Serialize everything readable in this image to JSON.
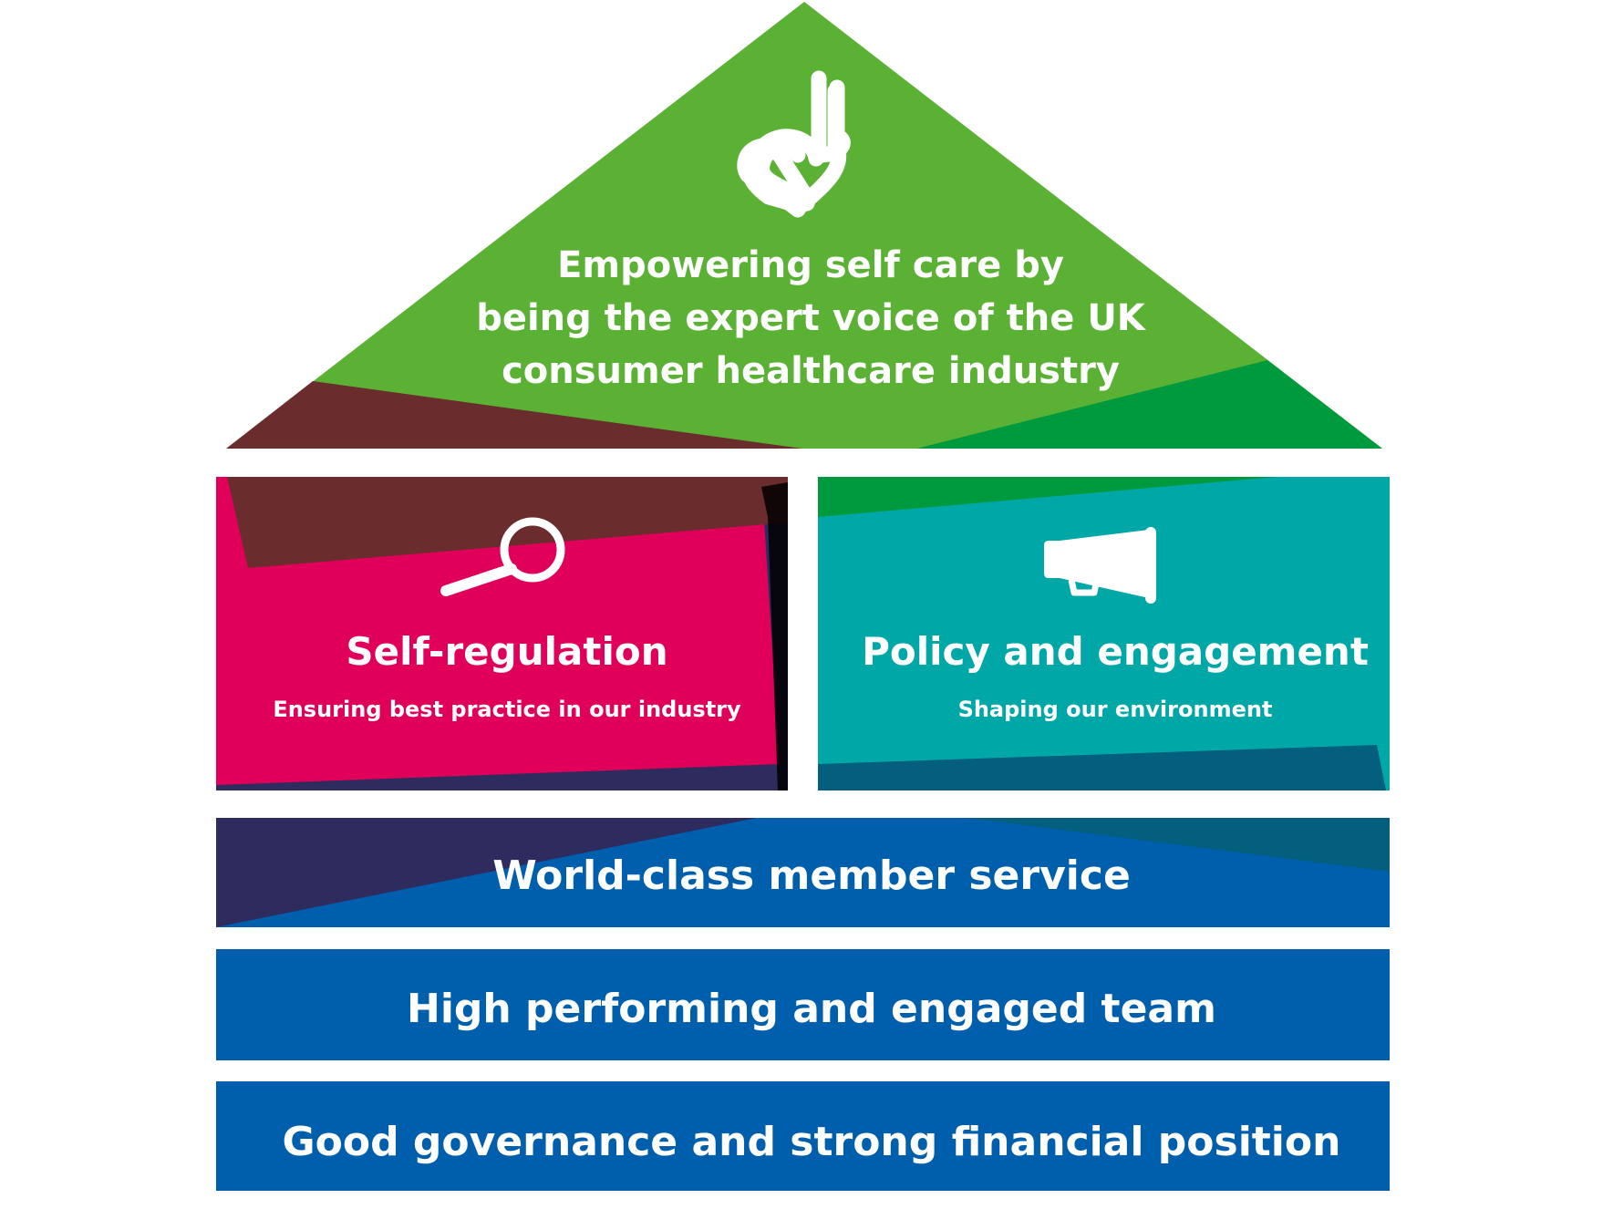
{
  "colors": {
    "roof_green": "#5BB134",
    "dark_green": "#009A3E",
    "maroon": "#6B2C2E",
    "magenta": "#E0005A",
    "teal": "#00A7A7",
    "petrol": "#045E7D",
    "navy_purple": "#2E2B5F",
    "blue": "#005FAD",
    "text": "#FFFFFF"
  },
  "roof": {
    "icon": "heart-ok-hand-icon",
    "lines": [
      "Empowering self care by",
      "being the expert voice of the UK",
      "consumer healthcare industry"
    ]
  },
  "pillars": [
    {
      "icon": "magnifying-glass-icon",
      "title": "Self-regulation",
      "subtitle": "Ensuring best practice in our industry"
    },
    {
      "icon": "megaphone-icon",
      "title": "Policy and engagement",
      "subtitle": "Shaping our environment"
    }
  ],
  "foundations": [
    "World-class member service",
    "High performing and engaged team",
    "Good governance and strong financial position"
  ]
}
